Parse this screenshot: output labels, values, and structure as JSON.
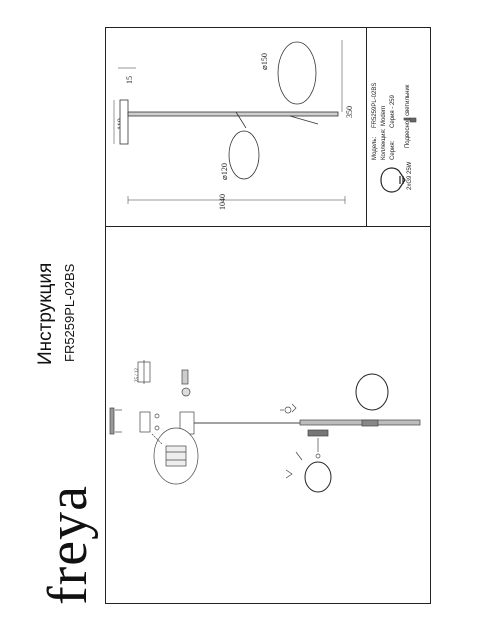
{
  "brand": "freya",
  "title": "Инструкция",
  "model_code": "FR5259PL-02BS",
  "specs": {
    "model_label": "Модель:",
    "model_value": "FR5259PL-02BS",
    "collection_label": "Коллекция:",
    "collection_value": "Modern",
    "series_label": "Серия:",
    "series_value": "Серия - 259",
    "type_value": "Подвесной светильник"
  },
  "bulb": {
    "spec": "2xG9 25W"
  },
  "dimensions": {
    "length": "1040",
    "height": "350",
    "canopy": "110",
    "small_globe": "⌀120",
    "large_globe": "⌀150",
    "offset": "15"
  },
  "assembly": {
    "canopy_note": "25 / 12"
  }
}
